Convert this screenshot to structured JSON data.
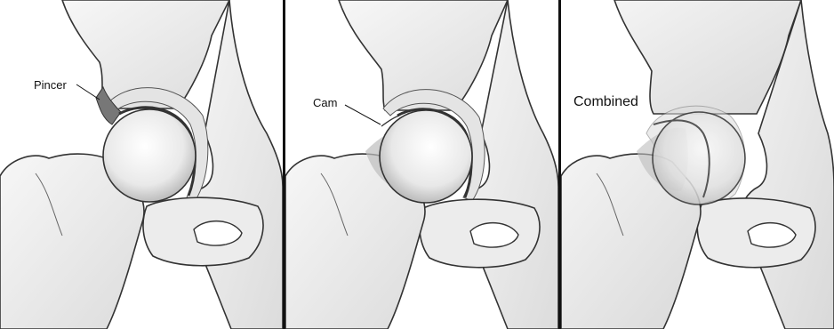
{
  "panels": [
    {
      "label": "Pincer"
    },
    {
      "label": "Cam"
    },
    {
      "label": "Combined"
    }
  ]
}
